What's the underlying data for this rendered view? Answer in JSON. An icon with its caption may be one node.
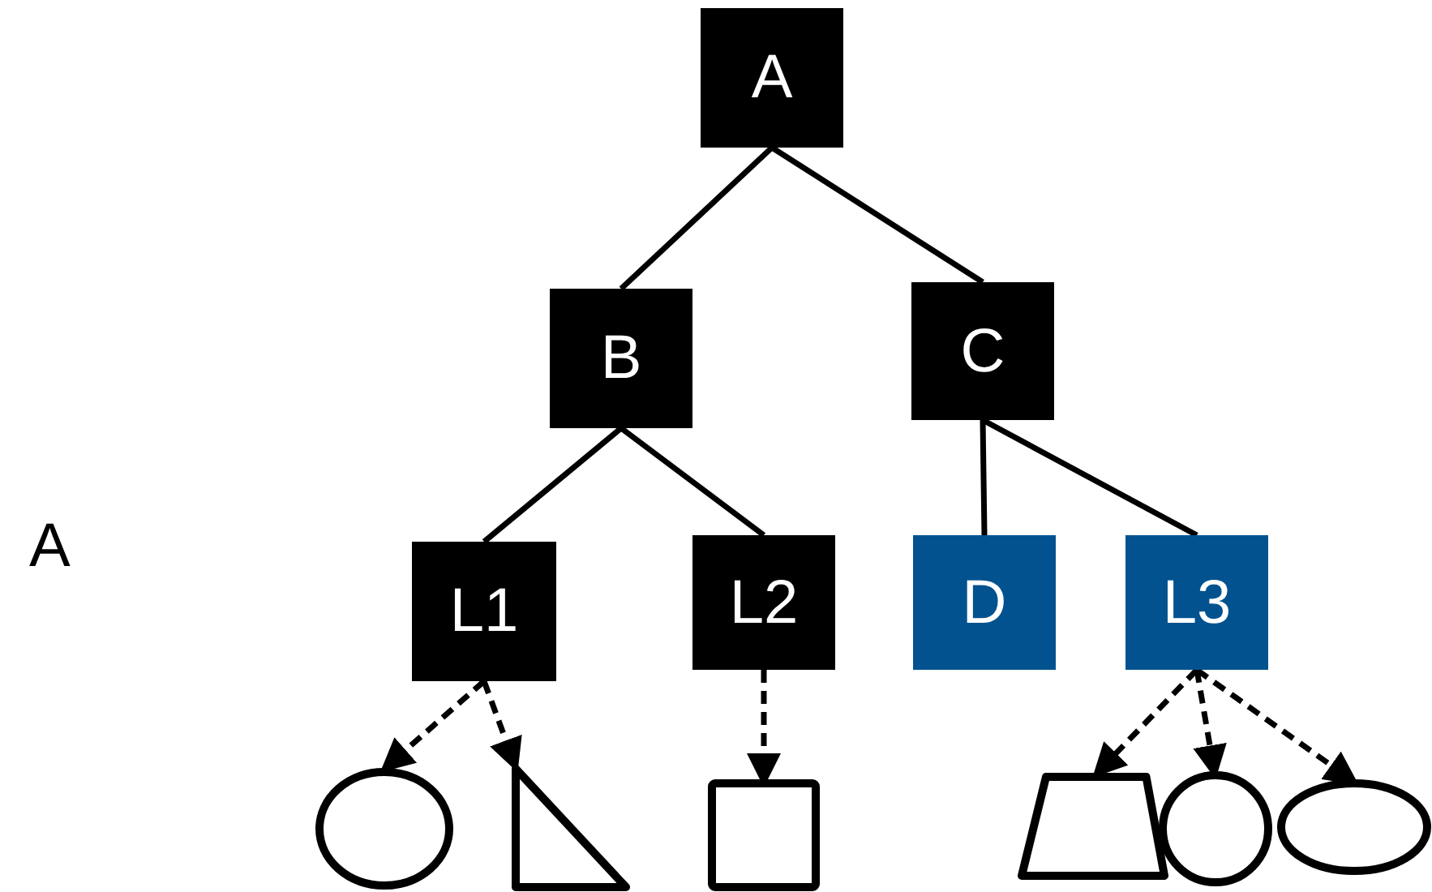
{
  "diagram": {
    "nodes": [
      {
        "text": [
          "A"
        ]
      },
      {
        "text": [
          "B"
        ]
      },
      {
        "text": [
          "C"
        ]
      },
      {
        "text": [
          "L1"
        ]
      },
      {
        "text": [
          "L2"
        ]
      },
      {
        "text": [
          "D"
        ]
      },
      {
        "text": [
          "L3"
        ]
      },
      {
        "text": [],
        "shape": "ellipse"
      },
      {
        "text": [],
        "shape": "triangle"
      },
      {
        "text": [],
        "shape": "box"
      },
      {
        "text": [],
        "shape": "trapezoid"
      },
      {
        "text": [],
        "shape": "circle"
      },
      {
        "text": [],
        "shape": "ellipse"
      }
    ],
    "edges": [
      {
        "from": 0,
        "to": 1,
        "arrow": "none"
      },
      {
        "from": 0,
        "to": 2,
        "arrow": "none"
      },
      {
        "from": 1,
        "to": 3,
        "arrow": "none"
      },
      {
        "from": 1,
        "to": 4,
        "arrow": "none"
      },
      {
        "from": 2,
        "to": 5,
        "arrow": "none"
      },
      {
        "from": 2,
        "to": 6,
        "arrow": "none"
      },
      {
        "from": 3,
        "to": 7,
        "arrow": "to",
        "style": "dashed"
      },
      {
        "from": 3,
        "to": 8,
        "arrow": "to",
        "style": "dashed"
      },
      {
        "from": 4,
        "to": 9,
        "arrow": "to",
        "style": "dashed"
      },
      {
        "from": 6,
        "to": 10,
        "arrow": "to",
        "style": "dashed"
      },
      {
        "from": 6,
        "to": 11,
        "arrow": "to",
        "style": "dashed"
      },
      {
        "from": 6,
        "to": 12,
        "arrow": "to",
        "style": "dashed"
      }
    ],
    "labels": [
      "A"
    ]
  }
}
